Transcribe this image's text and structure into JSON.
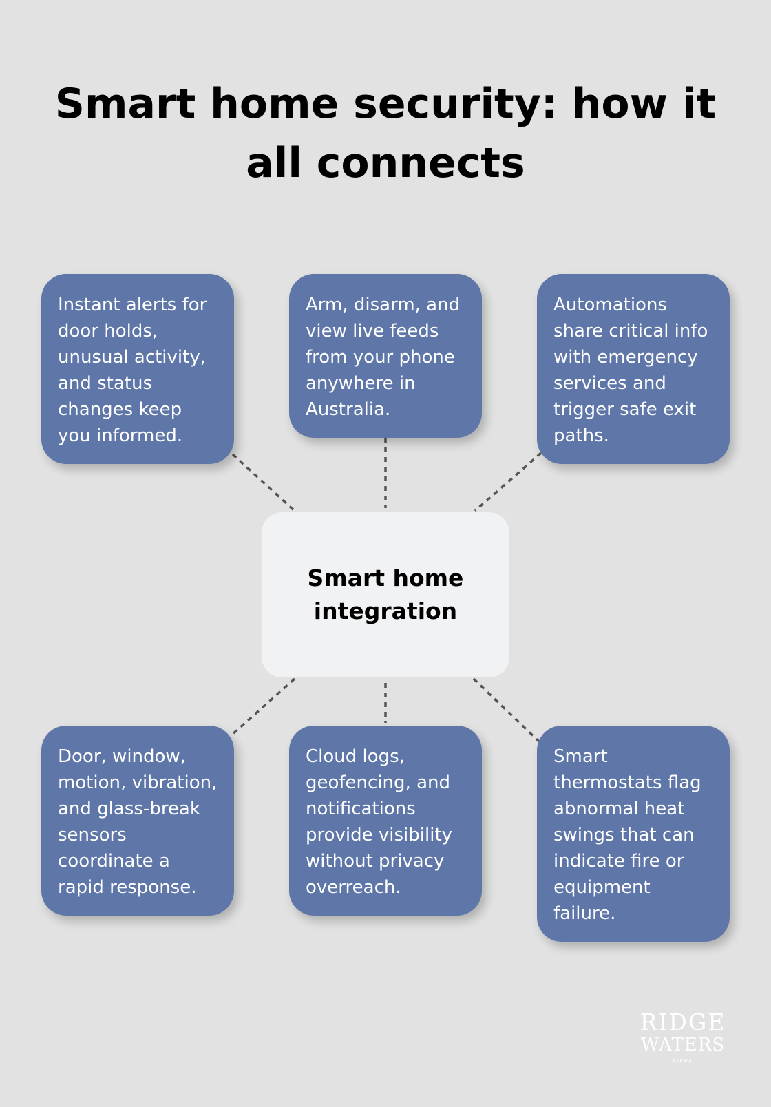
{
  "title": "Smart home security: how it all connects",
  "hub": {
    "label": "Smart home integration"
  },
  "nodes": [
    {
      "text": "Instant alerts for door holds, unusual activity, and status changes keep you informed."
    },
    {
      "text": "Arm, disarm, and view live feeds from your phone anywhere in Australia."
    },
    {
      "text": "Automations share critical info with emergency services and trigger safe exit paths."
    },
    {
      "text": "Door, window, motion, vibration, and glass-break sensors coordinate a rapid response."
    },
    {
      "text": "Cloud logs, geofencing, and notifications provide visibility without privacy overreach."
    },
    {
      "text": "Smart thermostats flag abnormal heat swings that can indicate fire or equipment failure."
    }
  ],
  "brand": {
    "line1": "RIDGE",
    "line2": "WATERS",
    "tagline": "KIAMA"
  },
  "colors": {
    "background": "#e1e2e1",
    "node": "#5e76a8",
    "hub": "#f1f2f3",
    "connector": "#555555"
  }
}
